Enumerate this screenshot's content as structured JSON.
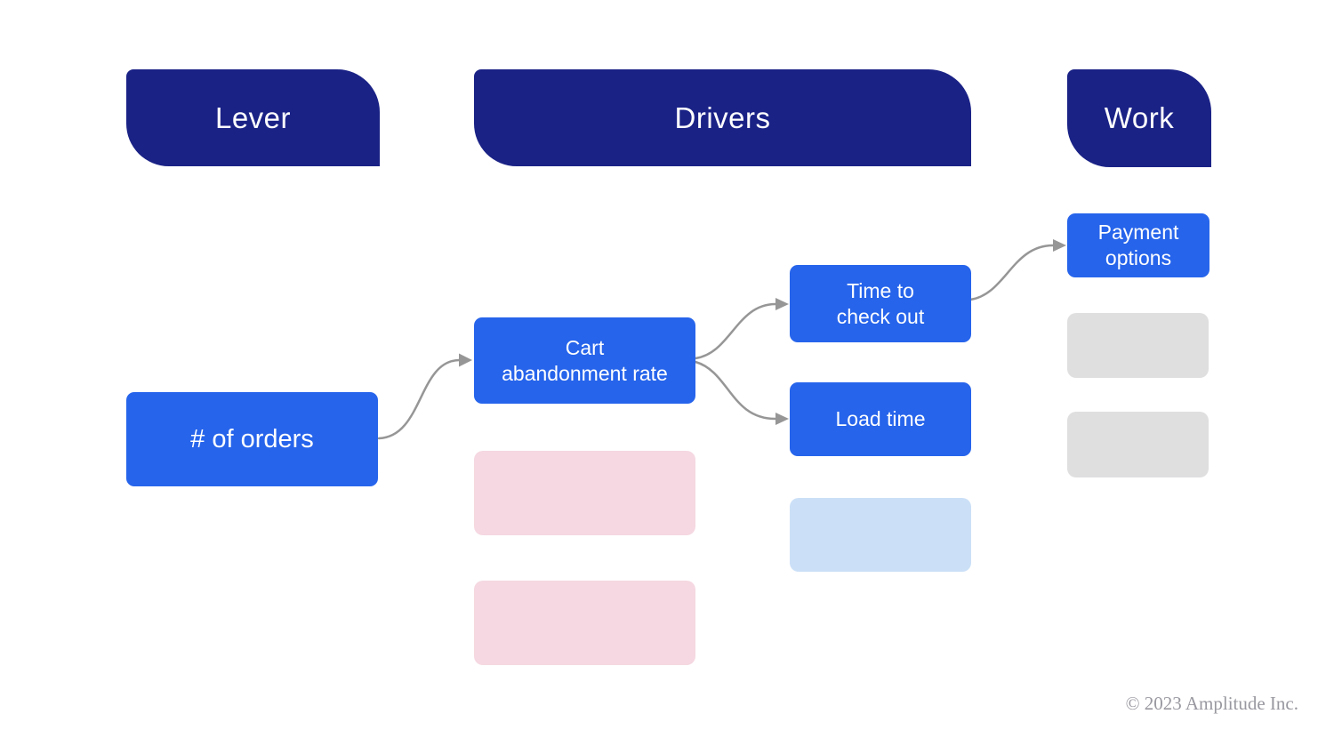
{
  "colors": {
    "header_navy": "#1a2286",
    "node_blue": "#2664eb",
    "placeholder_pink": "#f5d8e1",
    "placeholder_blue": "#cbe0f7",
    "placeholder_gray": "#dfdfe0",
    "connector_gray": "#969696",
    "node_text": "#ffffff",
    "copyright_gray": "#9898a0",
    "background": "#ffffff"
  },
  "diagram": {
    "columns": {
      "lever": {
        "label": "Lever"
      },
      "drivers": {
        "label": "Drivers"
      },
      "work": {
        "label": "Work"
      }
    },
    "nodes": {
      "orders": {
        "label": "# of orders",
        "column": "lever"
      },
      "cart_abandonment_rate": {
        "label": "Cart abandonment rate",
        "lines": [
          "Cart",
          "abandonment rate"
        ],
        "column": "drivers"
      },
      "time_to_check_out": {
        "label": "Time to check out",
        "lines": [
          "Time to",
          "check out"
        ],
        "column": "drivers"
      },
      "load_time": {
        "label": "Load time",
        "column": "drivers"
      },
      "payment_options": {
        "label": "Payment options",
        "lines": [
          "Payment",
          "options"
        ],
        "column": "work"
      }
    },
    "placeholders": [
      {
        "id": "drivers-placeholder-1",
        "color": "pink"
      },
      {
        "id": "drivers-placeholder-2",
        "color": "pink"
      },
      {
        "id": "drivers-placeholder-3",
        "color": "light-blue"
      },
      {
        "id": "work-placeholder-1",
        "color": "gray"
      },
      {
        "id": "work-placeholder-2",
        "color": "gray"
      }
    ],
    "edges": [
      {
        "from": "orders",
        "to": "cart_abandonment_rate"
      },
      {
        "from": "cart_abandonment_rate",
        "to": "time_to_check_out"
      },
      {
        "from": "cart_abandonment_rate",
        "to": "load_time"
      },
      {
        "from": "time_to_check_out",
        "to": "payment_options"
      }
    ]
  },
  "footer": {
    "copyright": "© 2023 Amplitude Inc."
  }
}
